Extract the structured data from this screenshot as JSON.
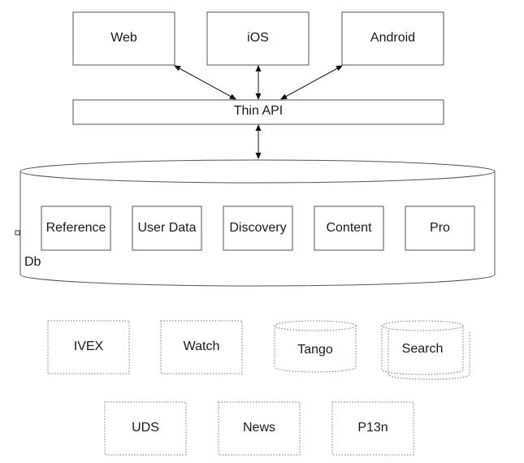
{
  "clients": {
    "web": "Web",
    "ios": "iOS",
    "android": "Android"
  },
  "thin_api": "Thin API",
  "db": {
    "label": "Db",
    "components": {
      "reference": "Reference",
      "user_data": "User Data",
      "discovery": "Discovery",
      "content": "Content",
      "pro": "Pro"
    }
  },
  "external": {
    "ivex": "IVEX",
    "watch": "Watch",
    "tango": "Tango",
    "search": "Search",
    "uds": "UDS",
    "news": "News",
    "p13n": "P13n"
  },
  "colors": {
    "stroke": "#555555",
    "text": "#1a1a1a",
    "background": "#ffffff"
  }
}
